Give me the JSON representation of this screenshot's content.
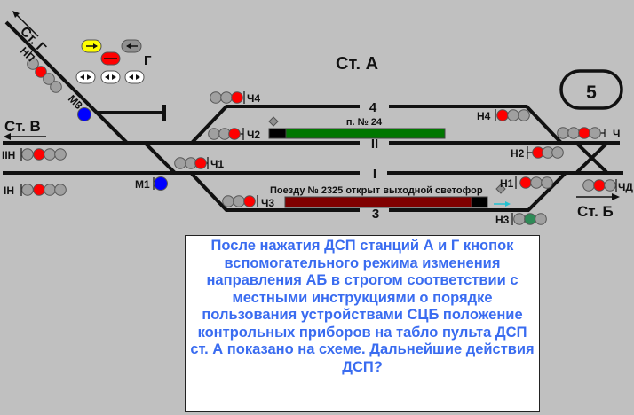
{
  "colors": {
    "lamp_off": "#a0a0a0",
    "red": "#ff0000",
    "blue": "#0000ff",
    "green": "#2e8b57",
    "track_occupied": "#007700",
    "route_set": "#800000",
    "arrow": "#20c0d0",
    "button_yellow": "#ffff00"
  },
  "station": {
    "title": "Ст. А",
    "badge": "5"
  },
  "directions": {
    "g": "Ст. Г",
    "v": "Ст. В",
    "b": "Ст. Б",
    "g_panel_label": "Г"
  },
  "tracks": {
    "t4": "4",
    "t2": "II",
    "t1": "I",
    "t3": "3"
  },
  "signals": [
    {
      "id": "np",
      "label": "НП",
      "lit": [
        1
      ],
      "color": "red"
    },
    {
      "id": "m3",
      "label": "М3",
      "color": "blue"
    },
    {
      "id": "iin",
      "label": "IIН",
      "lit": [
        1
      ],
      "color": "red"
    },
    {
      "id": "in",
      "label": "IН",
      "lit": [
        1
      ],
      "color": "red"
    },
    {
      "id": "ch1",
      "label": "Ч1",
      "lit": [
        2
      ],
      "color": "red"
    },
    {
      "id": "m1",
      "label": "М1",
      "color": "blue"
    },
    {
      "id": "ch4",
      "label": "Ч4",
      "lit": [
        2
      ],
      "color": "red"
    },
    {
      "id": "ch2",
      "label": "Ч2",
      "lit": [
        2
      ],
      "color": "red"
    },
    {
      "id": "ch3",
      "label": "Ч3",
      "lit": [
        2
      ],
      "color": "red"
    },
    {
      "id": "n4",
      "label": "Н4",
      "lit": [
        0
      ],
      "color": "red"
    },
    {
      "id": "ch",
      "label": "Ч",
      "lit": [
        2
      ],
      "color": "red"
    },
    {
      "id": "n2",
      "label": "Н2",
      "lit": [
        0
      ],
      "color": "red"
    },
    {
      "id": "n1",
      "label": "Н1",
      "lit": [
        0
      ],
      "color": "red"
    },
    {
      "id": "chd",
      "label": "ЧД",
      "lit": [
        1
      ],
      "color": "red"
    },
    {
      "id": "n3",
      "label": "Н3",
      "lit": [
        1
      ],
      "color": "green"
    }
  ],
  "occupancy": {
    "track2_label": "п. № 24",
    "track3_label": "Поезду № 2325 открыт выходной светофор"
  },
  "question": "После нажатия ДСП станций А и Г кнопок вспомогательного режима изменения направления АБ в строгом соответствии с местными инструкциями о порядке пользования устройствами СЦБ положение контрольных приборов на табло пульта ДСП ст. А показано на схеме. Дальнейшие действия ДСП?"
}
